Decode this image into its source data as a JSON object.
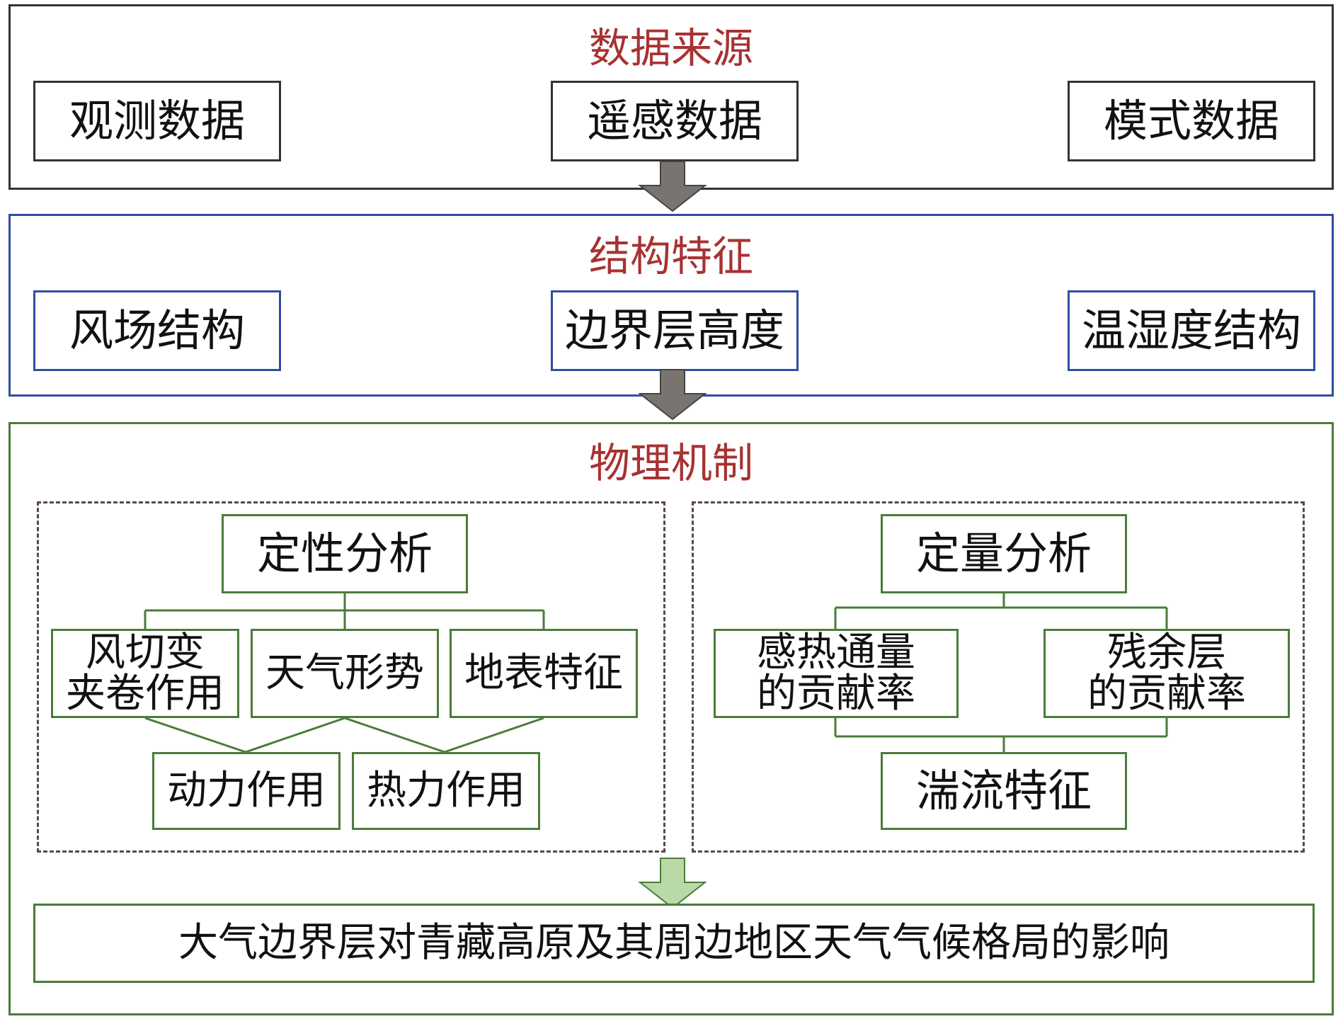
{
  "sections": {
    "data_source": {
      "title": "数据来源",
      "items": [
        "观测数据",
        "遥感数据",
        "模式数据"
      ]
    },
    "structure": {
      "title": "结构特征",
      "items": [
        "风场结构",
        "边界层高度",
        "温湿度结构"
      ]
    },
    "mechanism": {
      "title": "物理机制",
      "qualitative": {
        "title": "定性分析",
        "factors": [
          "风切变\n夹卷作用",
          "天气形势",
          "地表特征"
        ],
        "effects": [
          "动力作用",
          "热力作用"
        ]
      },
      "quantitative": {
        "title": "定量分析",
        "factors": [
          "感热通量\n的贡献率",
          "残余层\n的贡献率"
        ],
        "result": "湍流特征"
      }
    }
  },
  "conclusion": "大气边界层对青藏高原及其周边地区天气气候格局的影响",
  "colors": {
    "title_red": "#a83232",
    "blue": "#2f4ea0",
    "green": "#4a7c3a",
    "dark": "#333333",
    "arrow_gray": "#7a7470",
    "arrow_green": "#b9d9a6"
  }
}
